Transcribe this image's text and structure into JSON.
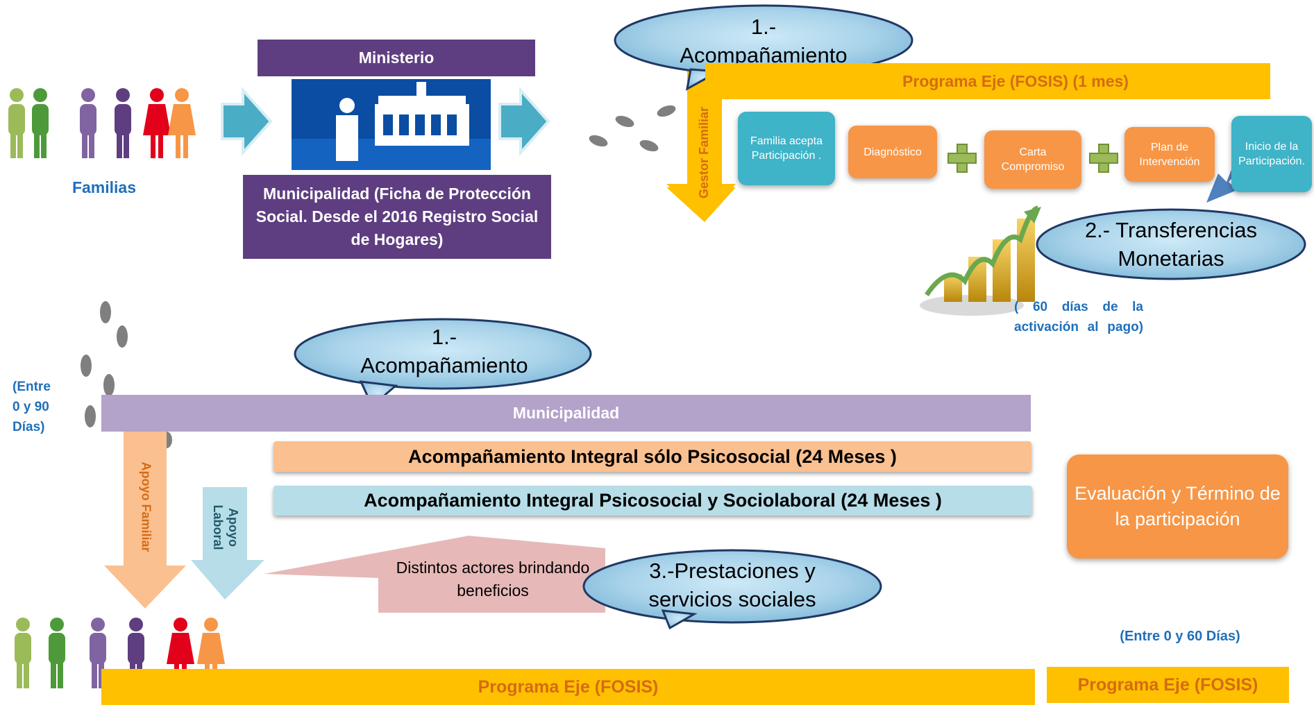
{
  "colors": {
    "purple_dark": "#5e3e81",
    "purple_light": "#b3a2c9",
    "gold": "#ffc000",
    "gold_text": "#d56b14",
    "teal": "#3fb3c7",
    "orange": "#f79646",
    "peach": "#fac090",
    "light_blue": "#b6dde8",
    "text_blue": "#1f6fba",
    "pink": "#e6b9b8",
    "arrow_cyan": "#4bacc6",
    "arrow_blue": "#4f81bd"
  },
  "top": {
    "familias_label": "Familias",
    "ministerio_label": "Ministerio",
    "municipalidad_label": "Municipalidad (Ficha de Protección Social. Desde el 2016 Registro Social de Hogares)",
    "bubble_1": "1.- Acompañamiento",
    "programa_eje_1": "Programa Eje (FOSIS) (1 mes)",
    "gestor_label": "Gestor Familiar",
    "steps": [
      {
        "label": "Familia acepta Participación ."
      },
      {
        "label": "Diagnóstico"
      },
      {
        "label": "Carta Compromiso"
      },
      {
        "label": "Plan de Intervención"
      },
      {
        "label": "Inicio de la Participación."
      }
    ],
    "bubble_2": "2.- Transferencias Monetarias",
    "sixty_days_note": "( 60 días de la activación al pago)"
  },
  "bottom": {
    "entre_90_label": "(Entre 0 y 90 Días)",
    "bubble_1": "1.- Acompañamiento",
    "municipalidad_bar": "Municipalidad",
    "integral_psicosocial": "Acompañamiento Integral sólo Psicosocial (24 Meses )",
    "integral_sociolaboral": "Acompañamiento Integral Psicosocial y Sociolaboral (24 Meses )",
    "apoyo_familiar": "Apoyo Familiar",
    "apoyo_laboral": "Apoyo Laboral",
    "actores_label": "Distintos actores brindando beneficios",
    "bubble_3": "3.-Prestaciones y servicios sociales",
    "evaluacion_label": "Evaluación  y Término de la participación",
    "entre_60_label": "(Entre 0 y 60 Días)",
    "programa_eje_2": "Programa Eje (FOSIS)",
    "programa_eje_3": "Programa Eje (FOSIS)"
  }
}
